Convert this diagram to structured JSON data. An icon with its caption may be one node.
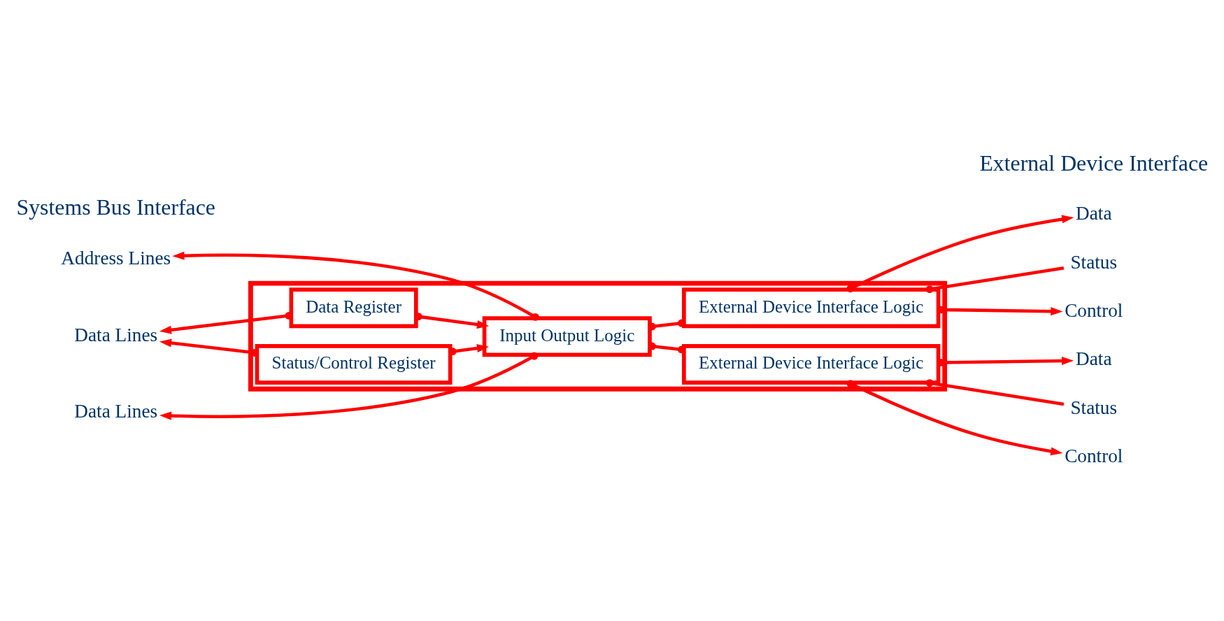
{
  "diagram": {
    "nodes": [
      {
        "text": [],
        "shape": "box"
      },
      {
        "text": [
          "Data Register"
        ],
        "in": 0
      },
      {
        "text": [
          "Status/Control Register"
        ],
        "in": 0
      },
      {
        "text": [
          "Input Output Logic"
        ],
        "in": 0
      },
      {
        "text": [
          "External Device Interface Logic"
        ],
        "in": 0
      },
      {
        "text": [
          "External Device Interface Logic"
        ],
        "in": 0
      },
      {
        "text": [
          "Data Lines"
        ]
      },
      {
        "text": [
          "Address Lines"
        ]
      },
      {
        "text": [
          "Data Lines"
        ]
      },
      {
        "text": [
          "Data"
        ]
      },
      {
        "text": [
          "Status"
        ]
      },
      {
        "text": [
          "Control"
        ]
      },
      {
        "text": [
          "Data"
        ]
      },
      {
        "text": [
          "Status"
        ]
      },
      {
        "text": [
          "Control"
        ]
      }
    ],
    "edges": [
      {
        "from": 1,
        "to": 6,
        "arrow": "to"
      },
      {
        "from": 2,
        "to": 6,
        "arrow": "to"
      },
      {
        "from": 1,
        "to": 3,
        "arrow": "to"
      },
      {
        "from": 2,
        "to": 3,
        "arrow": "to"
      },
      {
        "from": 3,
        "to": 7,
        "arrow": "to"
      },
      {
        "from": 3,
        "to": 8,
        "arrow": "to"
      },
      {
        "from": 3,
        "to": 4,
        "arrow": "other"
      },
      {
        "from": 3,
        "to": 5,
        "arrow": "other"
      },
      {
        "from": 4,
        "to": 9,
        "arrow": "to"
      },
      {
        "from": 4,
        "to": 10,
        "arrow": "other"
      },
      {
        "from": 4,
        "to": 11,
        "arrow": "to"
      },
      {
        "from": 5,
        "to": 12,
        "arrow": "to"
      },
      {
        "from": 5,
        "to": 13,
        "arrow": "other"
      },
      {
        "from": 5,
        "to": 14,
        "arrow": "to"
      }
    ],
    "labels": [
      "Systems Bus Interface",
      "External Device Interface"
    ]
  }
}
